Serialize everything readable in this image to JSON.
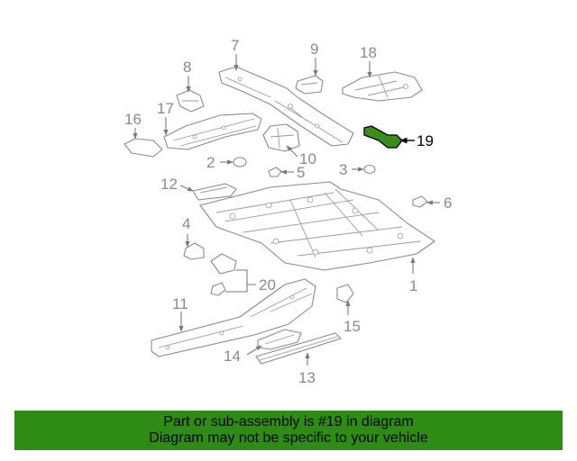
{
  "callouts": {
    "c1": "1",
    "c2": "2",
    "c3": "3",
    "c4": "4",
    "c5": "5",
    "c6": "6",
    "c7": "7",
    "c8": "8",
    "c9": "9",
    "c10": "10",
    "c11": "11",
    "c12": "12",
    "c13": "13",
    "c14": "14",
    "c15": "15",
    "c16": "16",
    "c17": "17",
    "c18": "18",
    "c19": "19",
    "c20": "20"
  },
  "highlighted_part": "19",
  "colors": {
    "banner": "#2e8b16",
    "highlight": "#3c8c1c",
    "line": "#8a8a8a"
  },
  "banner": {
    "line1": "Part or sub-assembly is #19 in diagram",
    "line2": "Diagram may not be specific to your vehicle"
  }
}
